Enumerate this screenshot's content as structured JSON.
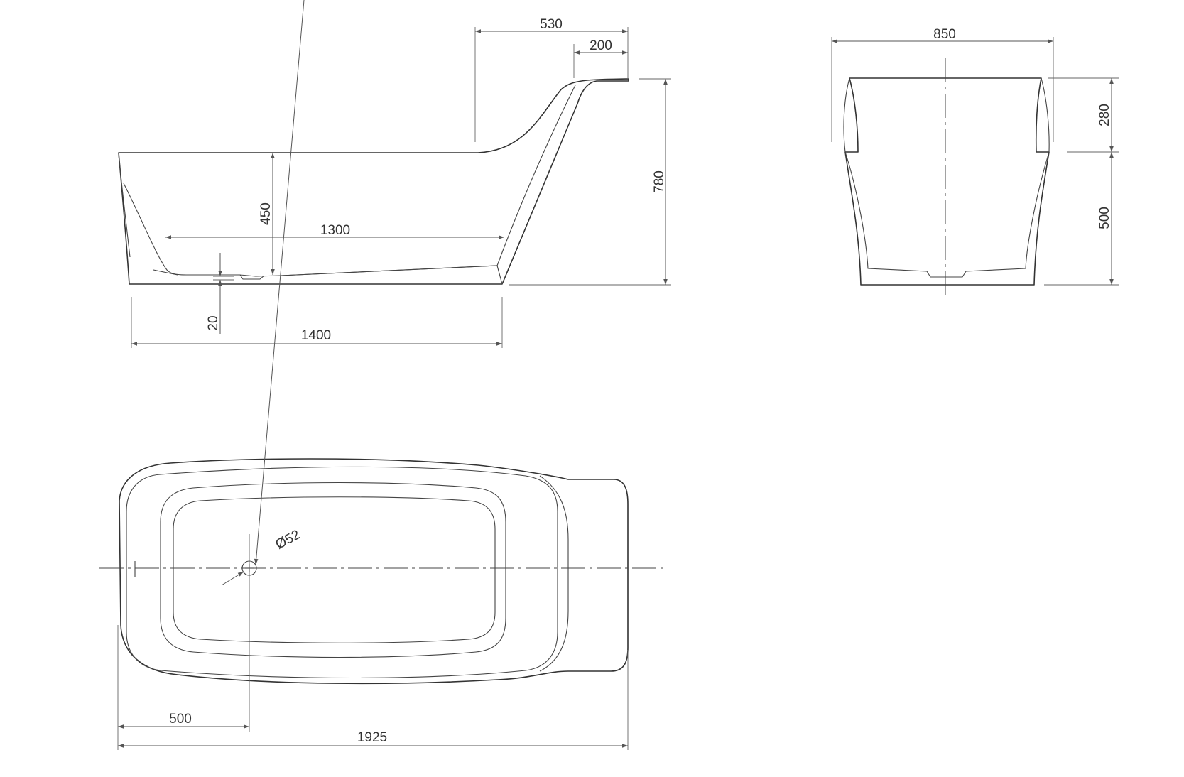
{
  "colors": {
    "line": "#333333",
    "dimension": "#555555",
    "background": "#ffffff"
  },
  "dimensions": {
    "headrest_total": "530",
    "headrest_lip": "200",
    "overall_height": "780",
    "inner_depth": "450",
    "inner_length": "1300",
    "base_thickness": "20",
    "base_length": "1400",
    "overall_width": "850",
    "headrest_height": "280",
    "body_height": "500",
    "drain_diameter": "Ø52",
    "drain_offset": "500",
    "overall_length": "1925"
  }
}
